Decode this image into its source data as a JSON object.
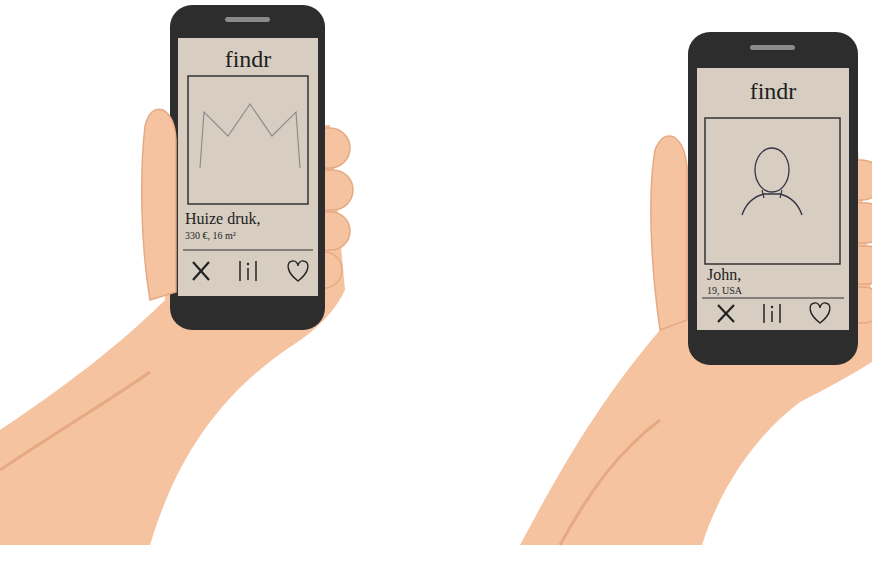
{
  "diagram": {
    "nodes": [
      {
        "text": [
          "findr",
          "Huize druk,",
          "330 €, 16 m²"
        ]
      },
      {
        "text": [
          "findr",
          "John,",
          "19, USA"
        ]
      }
    ]
  }
}
